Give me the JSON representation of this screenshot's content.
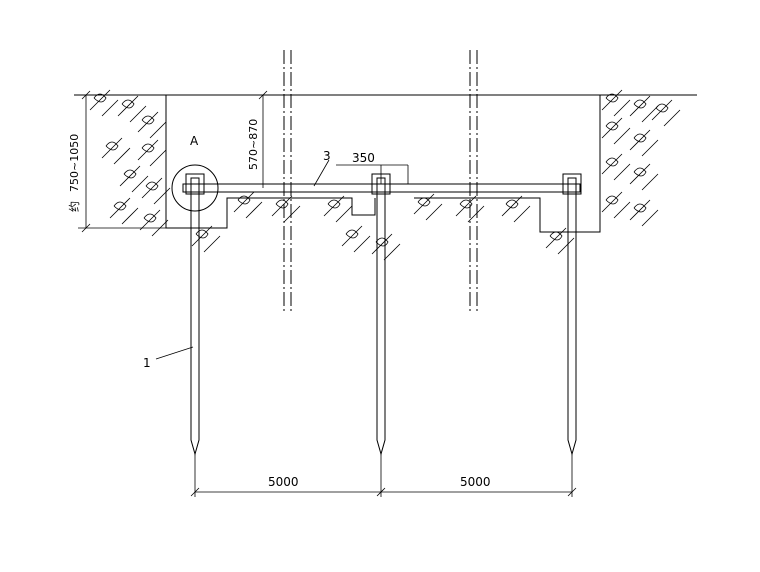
{
  "labels": {
    "detail_mark": "A",
    "callout_rod": "1",
    "callout_strip": "3",
    "dim_spacing": "350",
    "dim_depth_a": "750~1050",
    "dim_depth_prefix": "约",
    "dim_depth_b": "570~870",
    "dim_span_left": "5000",
    "dim_span_right": "5000"
  },
  "icons": {
    "soil_hatch": "earth-hatch-icon",
    "detail_circle": "detail-circle-icon"
  },
  "colors": {
    "line": "#000000",
    "background": "#ffffff"
  }
}
